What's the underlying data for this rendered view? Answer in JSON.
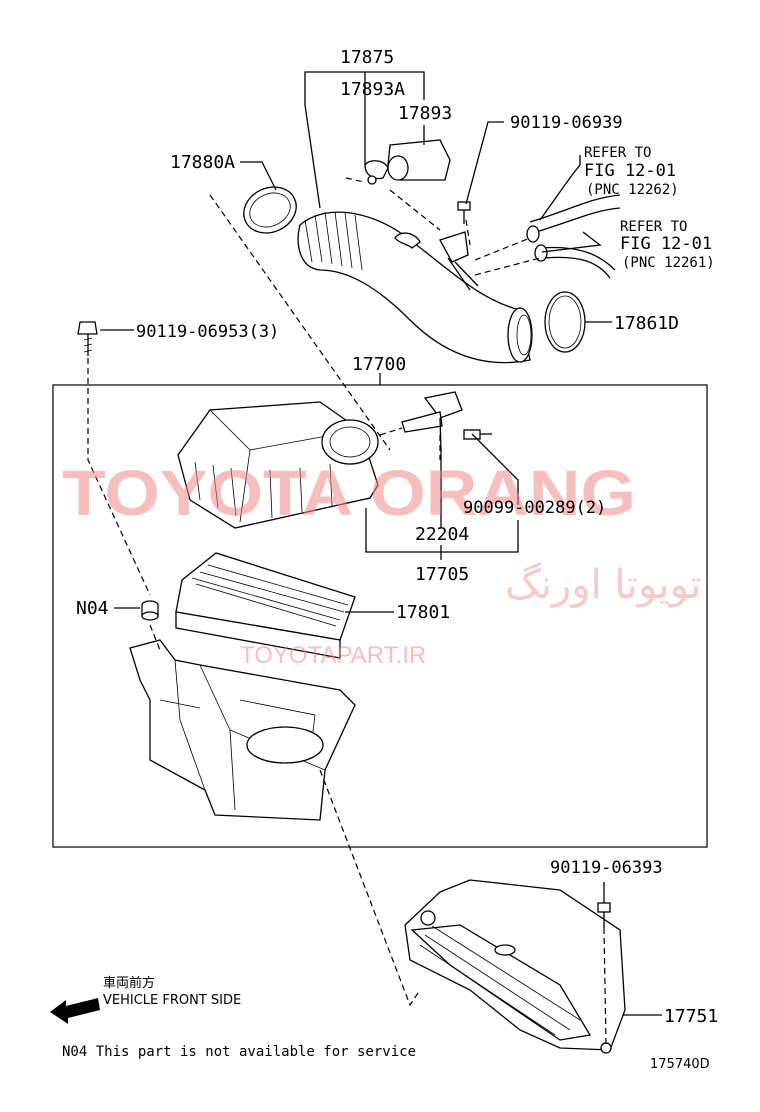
{
  "parts": {
    "p17875": "17875",
    "p17893A": "17893A",
    "p17893": "17893",
    "p17880A": "17880A",
    "p90119_06939": "90119-06939",
    "p17861D": "17861D",
    "p90119_06953": "90119-06953(3)",
    "p17700": "17700",
    "p90099_00289": "90099-00289(2)",
    "p22204": "22204",
    "p17705": "17705",
    "pN04": "N04",
    "p17801": "17801",
    "p90119_06393": "90119-06393",
    "p17751": "17751"
  },
  "refs": {
    "ref1_line1": "REFER TO",
    "ref1_line2": "FIG 12-01",
    "ref1_line3": "(PNC 12262)",
    "ref2_line1": "REFER TO",
    "ref2_line2": "FIG 12-01",
    "ref2_line3": "(PNC 12261)"
  },
  "direction": {
    "jp": "車両前方",
    "en": "VEHICLE FRONT SIDE"
  },
  "footnote": "N04 This part is not available for service",
  "diagram_code": "175740D",
  "watermark": {
    "main": "TOYOTA ORANG",
    "persian": "تویوتا اورنگ",
    "site": "TOYOTAPART.IR"
  }
}
